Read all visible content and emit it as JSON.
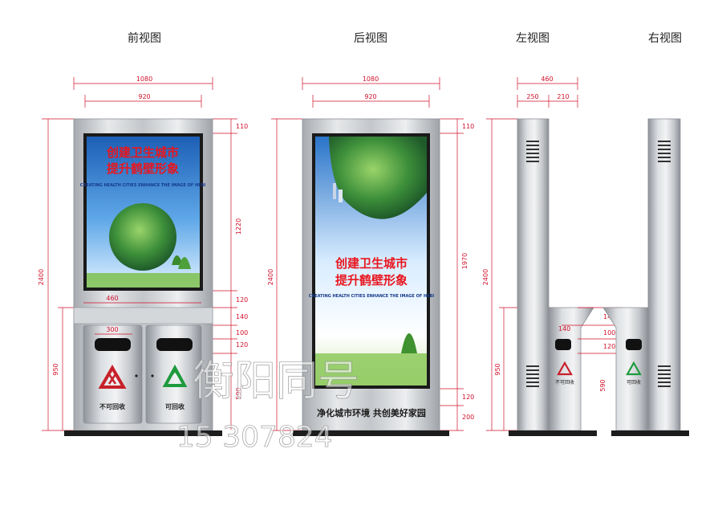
{
  "views": {
    "front": "前视图",
    "back": "后视图",
    "left": "左视图",
    "right": "右视图"
  },
  "dimensions": {
    "front": {
      "width_total": "1080",
      "width_inner": "920",
      "height_total": "2400",
      "top_gap": "110",
      "poster_h": "1220",
      "gap_120": "120",
      "gap_140": "140",
      "gap_100": "100",
      "gap_120b": "120",
      "bin_h": "950",
      "lower": "590",
      "shelf_w": "460",
      "slot_w": "300"
    },
    "back": {
      "width_total": "1080",
      "width_inner": "920",
      "height_total": "2400",
      "top_gap": "110",
      "poster_h": "1970",
      "gap_120": "120",
      "bottom_200": "200"
    },
    "side": {
      "width_total": "460",
      "width_a": "250",
      "width_b": "210",
      "height_total": "2400",
      "gap_140": "140",
      "gap_140b": "140",
      "gap_100": "100",
      "gap_120": "120",
      "bin_h": "950",
      "lower": "590"
    }
  },
  "poster": {
    "headline_1": "创建卫生城市",
    "headline_2": "提升鹤壁形象",
    "subline": "CREATING HEALTH CITIES ENHANCE THE IMAGE OF HEBI"
  },
  "bins": {
    "non_recyclable": "不可回收",
    "recyclable": "可回收"
  },
  "slogan": "净化城市环境  共创美好家园",
  "watermark": {
    "text": "衡阳同号",
    "number_fragment": "15  307824"
  },
  "colors": {
    "dimension": "#d0102a",
    "non_recyclable_red": "#c8202a",
    "recyclable_green": "#1f9a3e",
    "poster_headline": "#e8161e"
  }
}
